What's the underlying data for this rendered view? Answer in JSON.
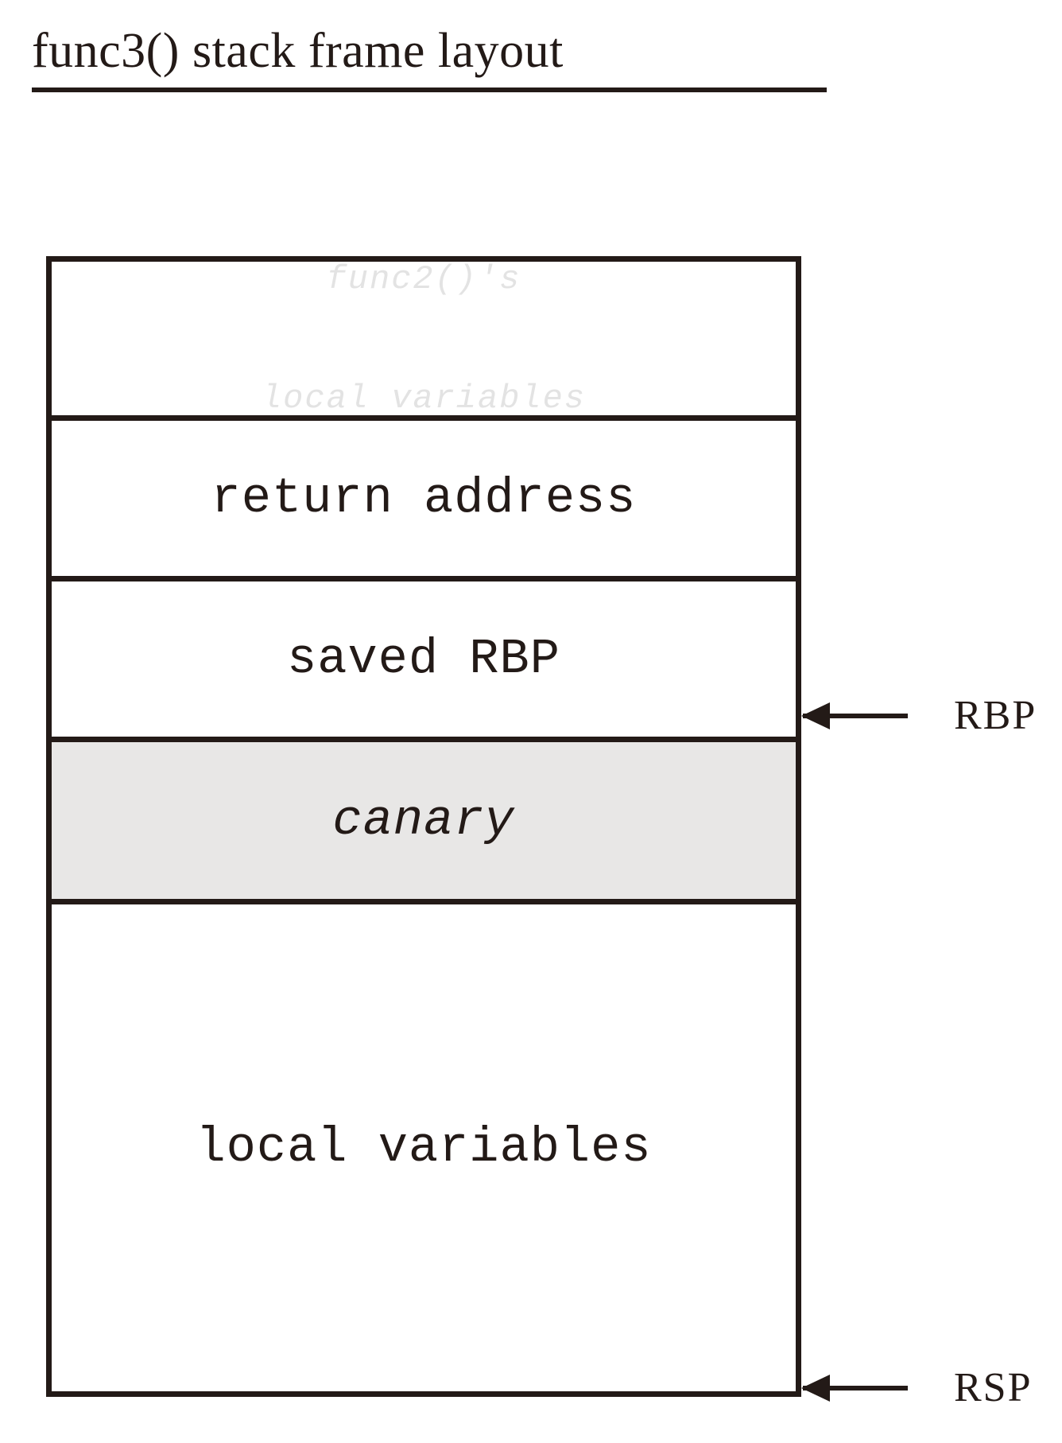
{
  "title": {
    "text": "func3() stack frame layout"
  },
  "diagram": {
    "type": "stack-frame-layout",
    "colors": {
      "ink": "#231a17",
      "background": "#ffffff",
      "canary_fill": "#e8e7e6",
      "ghost_text": "#e3e3e3"
    },
    "rows": [
      {
        "id": "caller-locals",
        "label_line_1": "func2()'s",
        "label_line_2": "local variables",
        "style": "faded-italic-monospace",
        "shaded": false
      },
      {
        "id": "return-address",
        "label": "return address",
        "style": "monospace",
        "shaded": false
      },
      {
        "id": "saved-rbp",
        "label": "saved RBP",
        "style": "monospace",
        "shaded": false
      },
      {
        "id": "canary",
        "label": "canary",
        "style": "italic-monospace",
        "shaded": true
      },
      {
        "id": "local-variables",
        "label": "local variables",
        "style": "monospace",
        "shaded": false
      }
    ],
    "pointers": [
      {
        "id": "rbp",
        "label": "RBP",
        "direction": "left",
        "points_to": "saved-rbp-bottom-boundary"
      },
      {
        "id": "rsp",
        "label": "RSP",
        "direction": "left",
        "points_to": "frame-bottom-boundary"
      }
    ]
  }
}
